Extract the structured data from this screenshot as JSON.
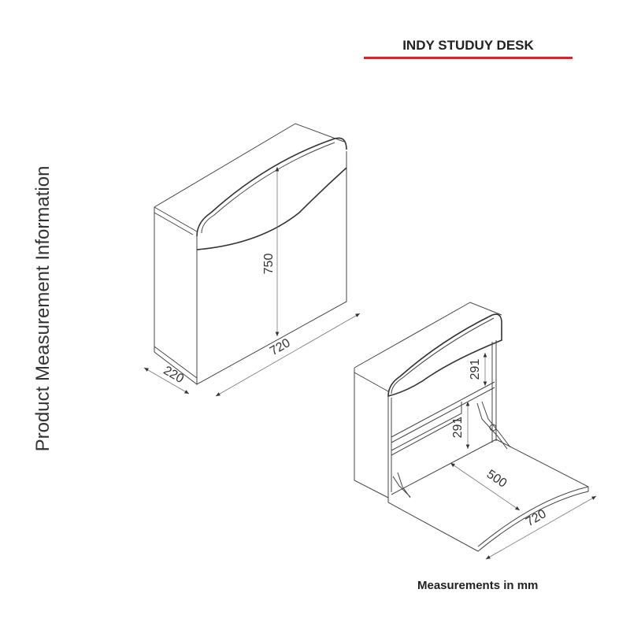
{
  "header": {
    "title": "INDY STUDUY DESK",
    "accent_color": "#e31e24"
  },
  "side_label": "Product Measurement Information",
  "footer": {
    "units_note": "Measurements in mm"
  },
  "closed_view": {
    "height": "750",
    "width": "720",
    "depth": "220"
  },
  "open_view": {
    "upper_shelf_height": "291",
    "lower_shelf_height": "291",
    "flap_depth": "500",
    "width": "720"
  }
}
